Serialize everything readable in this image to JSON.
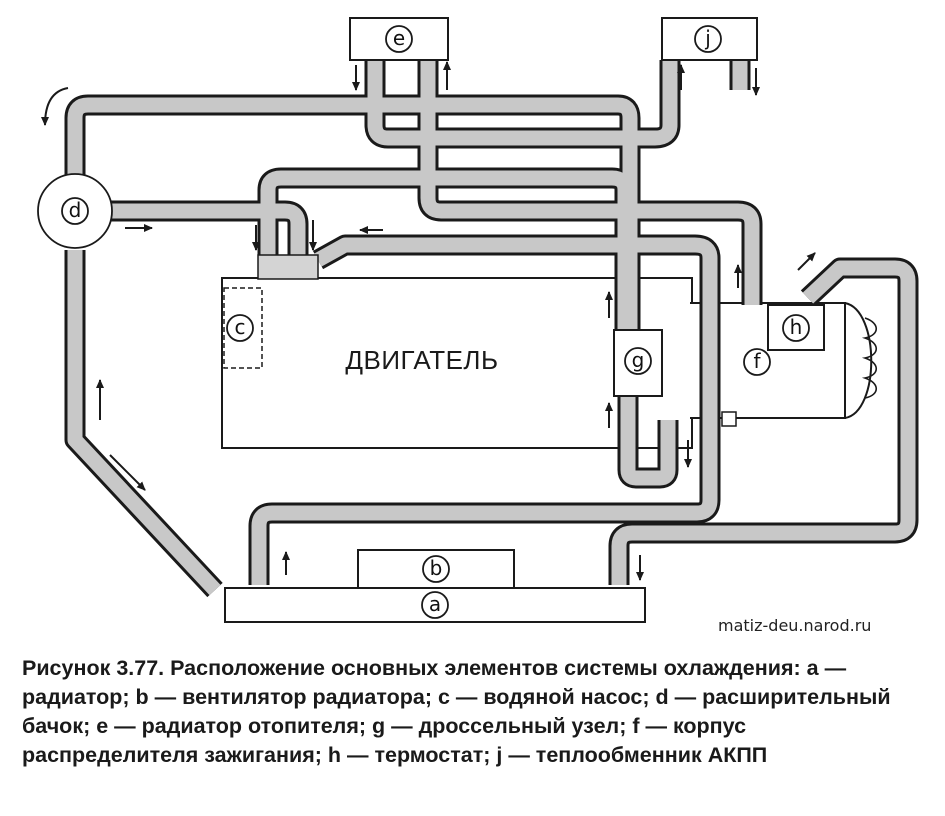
{
  "labels": {
    "a": "a",
    "b": "b",
    "c": "c",
    "d": "d",
    "e": "e",
    "f": "f",
    "g": "g",
    "h": "h",
    "j": "j"
  },
  "engine_label": "ДВИГАТЕЛЬ",
  "source": "matiz-deu.narod.ru",
  "caption": "Рисунок 3.77. Расположение основных элементов системы охлаждения: a — радиатор; b — вентилятор радиатора; c — водяной насос; d — расширительный бачок; e — радиатор отопителя; g — дроссельный узел; f — корпус распределителя зажигания; h — термостат; j — теплообменник АКПП"
}
